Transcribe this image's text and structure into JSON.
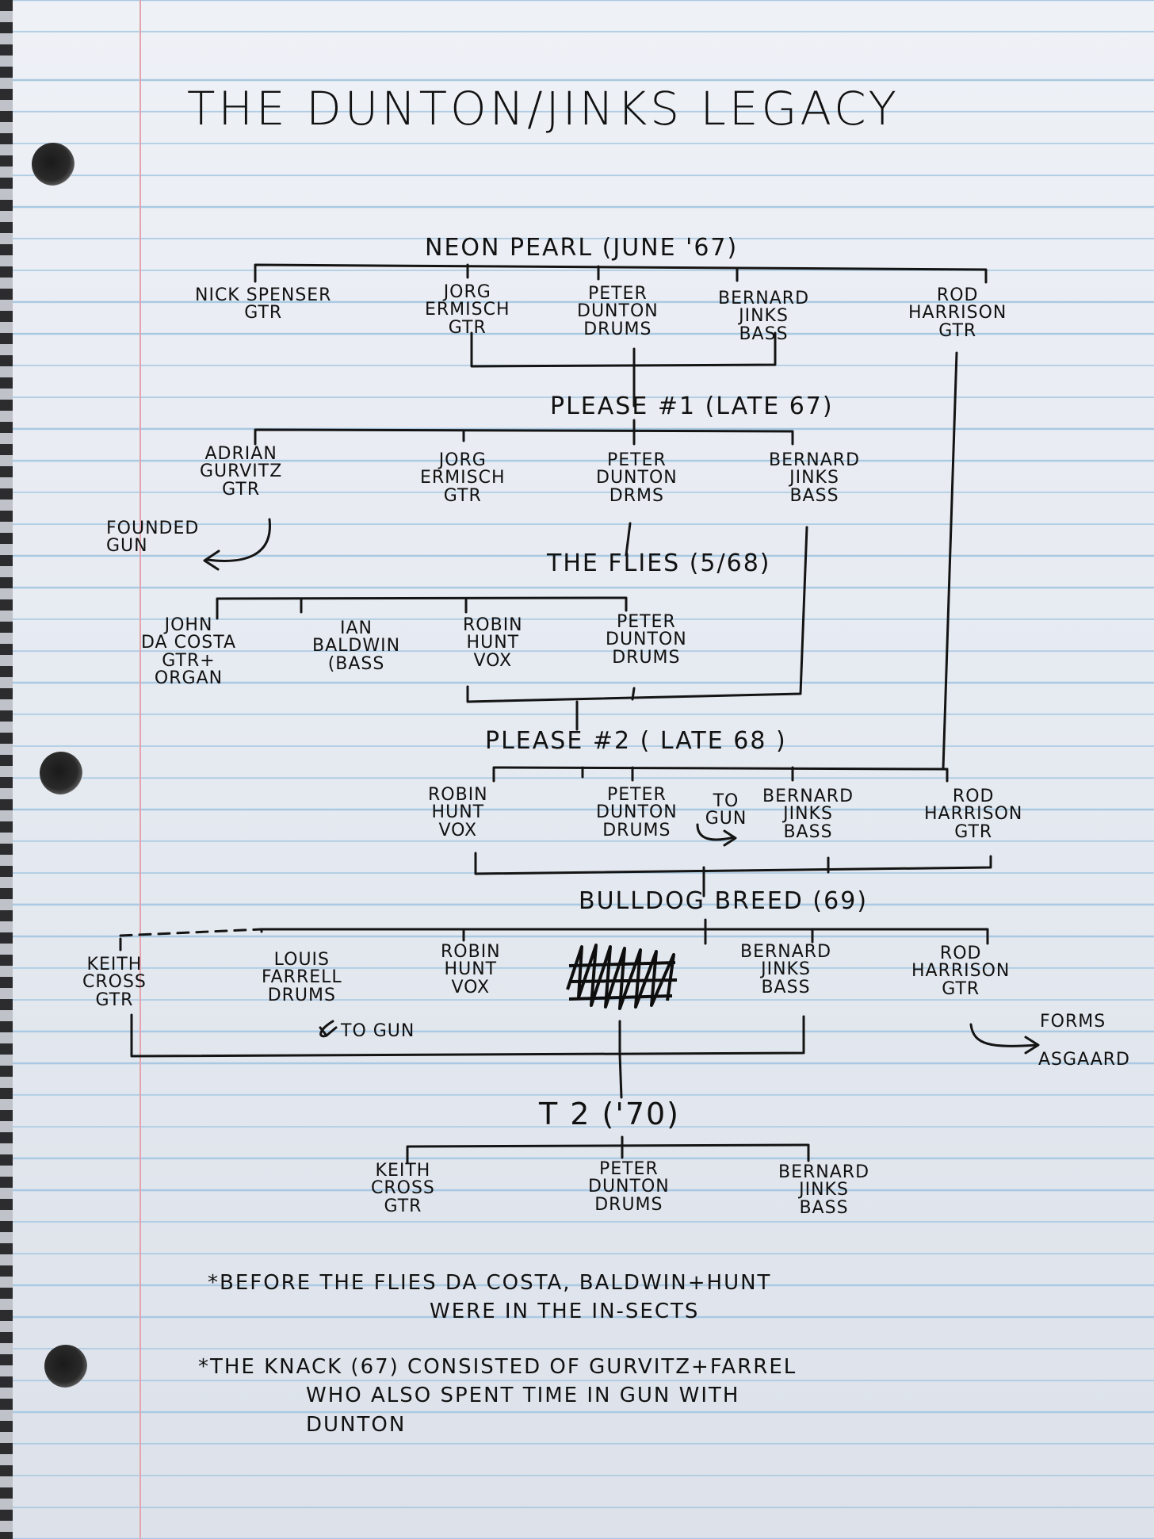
{
  "title": "THE DUNTON/JINKS LEGACY",
  "bands": {
    "neon_pearl": "NEON PEARL (JUNE '67)",
    "please1": "PLEASE #1 (LATE 67)",
    "flies": "THE FLIES (5/68)",
    "please2": "PLEASE #2 ( LATE 68 )",
    "bulldog": "BULLDOG BREED (69)",
    "t2": "T 2 ('70)"
  },
  "members": {
    "np_spenser": {
      "name": "NICK SPENSER",
      "role": "GTR"
    },
    "np_ermisch": {
      "name1": "JORG",
      "name2": "ERMISCH",
      "role": "GTR"
    },
    "np_dunton": {
      "name1": "PETER",
      "name2": "DUNTON",
      "role": "DRUMS"
    },
    "np_jinks": {
      "name1": "BERNARD",
      "name2": "JINKS",
      "role": "BASS"
    },
    "np_harrison": {
      "name1": "ROD",
      "name2": "HARRISON",
      "role": "GTR"
    },
    "p1_gurvitz": {
      "name1": "ADRIAN",
      "name2": "GURVITZ",
      "role": "GTR"
    },
    "p1_ermisch": {
      "name1": "JORG",
      "name2": "ERMISCH",
      "role": "GTR"
    },
    "p1_dunton": {
      "name1": "PETER",
      "name2": "DUNTON",
      "role": "DRMS"
    },
    "p1_jinks": {
      "name1": "BERNARD",
      "name2": "JINKS",
      "role": "BASS"
    },
    "fl_dacosta": {
      "name1": "JOHN",
      "name2": "DA COSTA",
      "role1": "GTR+",
      "role2": "ORGAN"
    },
    "fl_baldwin": {
      "name1": "IAN",
      "name2": "BALDWIN",
      "role": "(BASS"
    },
    "fl_hunt": {
      "name1": "ROBIN",
      "name2": "HUNT",
      "role": "VOX"
    },
    "fl_dunton": {
      "name1": "PETER",
      "name2": "DUNTON",
      "role": "DRUMS"
    },
    "p2_hunt": {
      "name1": "ROBIN",
      "name2": "HUNT",
      "role": "VOX"
    },
    "p2_dunton": {
      "name1": "PETER",
      "name2": "DUNTON",
      "role": "DRUMS"
    },
    "p2_jinks": {
      "name1": "BERNARD",
      "name2": "JINKS",
      "role": "BASS"
    },
    "p2_harrison": {
      "name1": "ROD",
      "name2": "HARRISON",
      "role": "GTR"
    },
    "bb_cross": {
      "name1": "KEITH",
      "name2": "CROSS",
      "role": "GTR"
    },
    "bb_farrell": {
      "name1": "LOUIS",
      "name2": "FARRELL",
      "role": "DRUMS"
    },
    "bb_hunt": {
      "name1": "ROBIN",
      "name2": "HUNT",
      "role": "VOX"
    },
    "bb_jinks": {
      "name1": "BERNARD",
      "name2": "JINKS",
      "role": "BASS"
    },
    "bb_harrison": {
      "name1": "ROD",
      "name2": "HARRISON",
      "role": "GTR"
    },
    "t2_cross": {
      "name1": "KEITH",
      "name2": "CROSS",
      "role": "GTR"
    },
    "t2_dunton": {
      "name1": "PETER",
      "name2": "DUNTON",
      "role": "DRUMS"
    },
    "t2_jinks": {
      "name1": "BERNARD",
      "name2": "JINKS",
      "role": "BASS"
    }
  },
  "annotations": {
    "founded_gun": "FOUNDED GUN",
    "to_gun_dunton": "TO GUN",
    "to_gun_farrell": "TO GUN",
    "forms": "FORMS",
    "asgaard": "ASGAARD"
  },
  "notes": {
    "note1_line1": "*BEFORE THE FLIES DA COSTA, BALDWIN+HUNT",
    "note1_line2": "WERE IN THE IN-SECTS",
    "note2_line1": "*THE KNACK (67) CONSISTED OF GURVITZ+FARREL",
    "note2_line2": "WHO ALSO SPENT TIME IN GUN WITH",
    "note2_line3": "DUNTON"
  }
}
